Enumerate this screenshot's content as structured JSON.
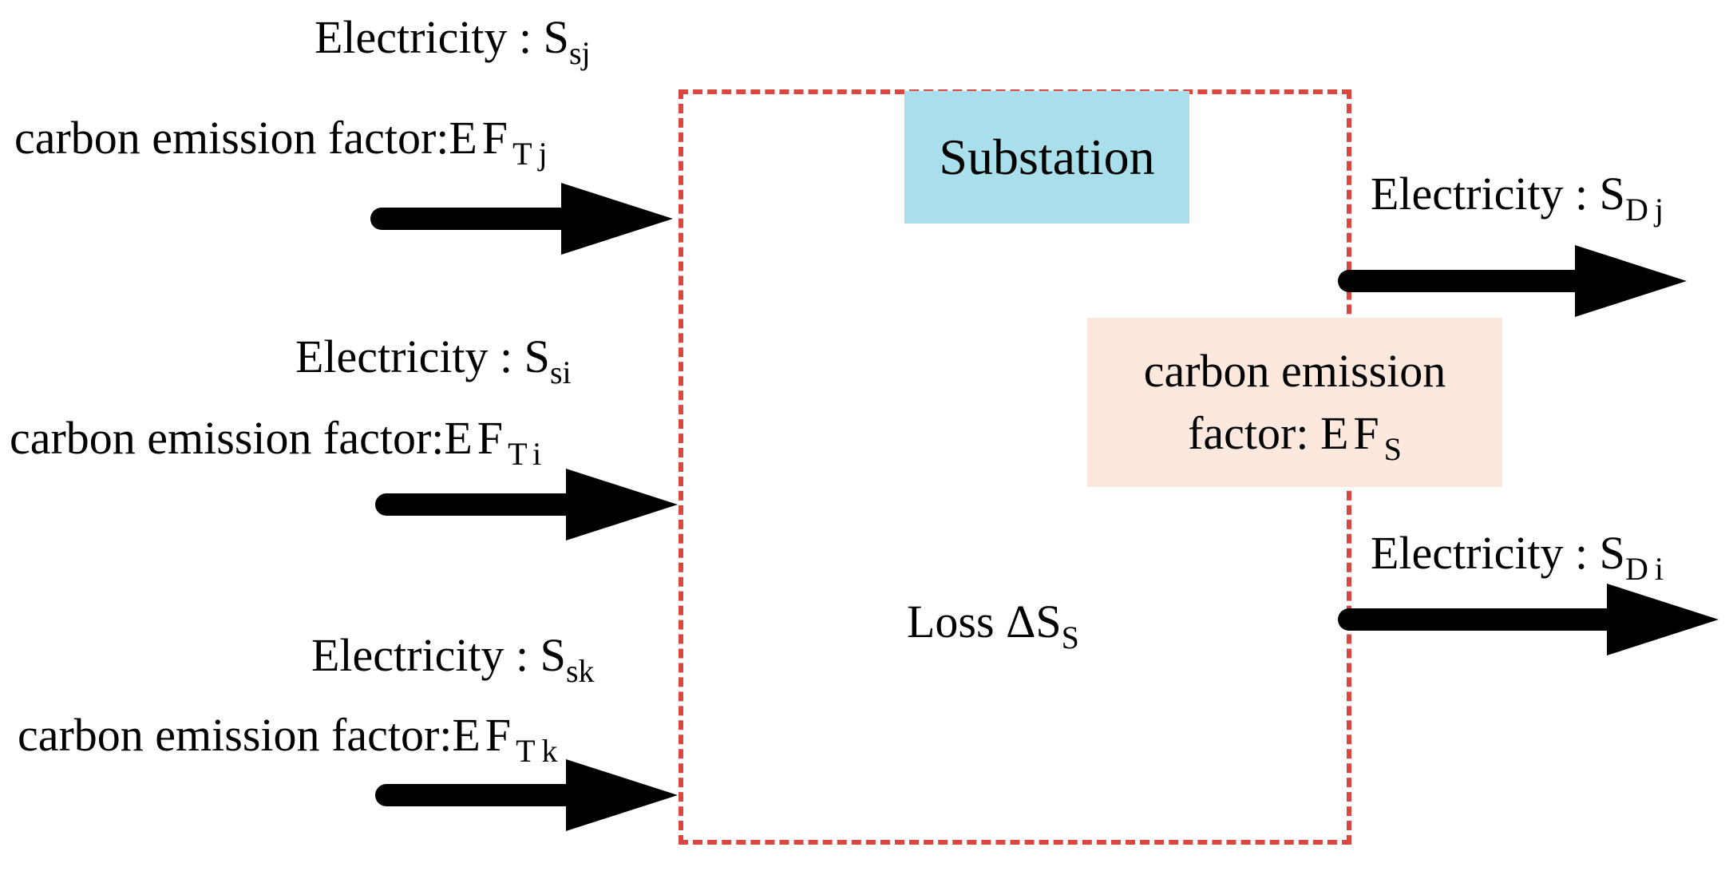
{
  "title": "Substation",
  "inputs": [
    {
      "electricity_label": "Electricity :",
      "electricity_symbol": "S",
      "electricity_subscript": "sj",
      "factor_label": "carbon emission factor:",
      "factor_symbol": "EF",
      "factor_subscript": "Tj"
    },
    {
      "electricity_label": "Electricity :",
      "electricity_symbol": "S",
      "electricity_subscript": "si",
      "factor_label": "carbon emission factor:",
      "factor_symbol": "EF",
      "factor_subscript": "Ti"
    },
    {
      "electricity_label": "Electricity :",
      "electricity_symbol": "S",
      "electricity_subscript": "sk",
      "factor_label": "carbon emission factor:",
      "factor_symbol": "EF",
      "factor_subscript": "Tk"
    }
  ],
  "outputs": [
    {
      "electricity_label": "Electricity :",
      "electricity_symbol": "S",
      "electricity_subscript": "Dj"
    },
    {
      "electricity_label": "Electricity :",
      "electricity_symbol": "S",
      "electricity_subscript": "Di"
    }
  ],
  "substation_factor": {
    "line1": "carbon emission",
    "line2_label": "factor:",
    "symbol": "EF",
    "subscript": "S"
  },
  "loss": {
    "label": "Loss",
    "symbol": "ΔS",
    "subscript": "S"
  },
  "colors": {
    "boundary": "#d9473f",
    "substation_fill": "#a8dfea",
    "factor_fill": "#fce8dc",
    "arrow": "#000000"
  }
}
